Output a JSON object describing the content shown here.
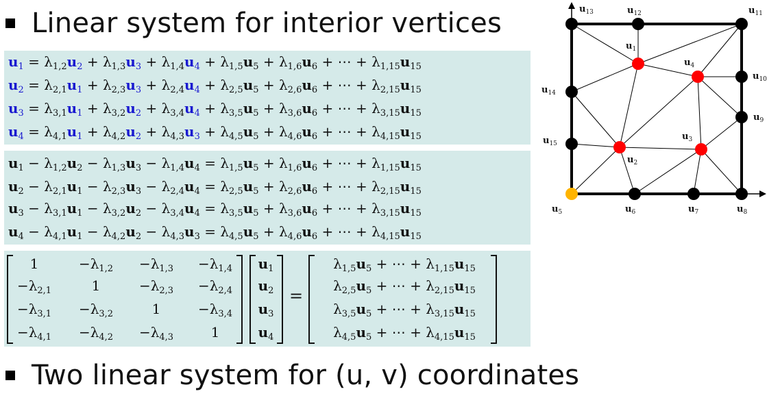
{
  "bullets": {
    "first": "Linear system for interior vertices",
    "second": "Two linear system for (u, v) coordinates"
  },
  "colors": {
    "box_background": "#d5eae9",
    "unknown_vertex": "#1a1ad0",
    "interior_vertex": "#ff0000",
    "boundary_vertex": "#000000",
    "highlight_vertex": "#ffb400"
  },
  "diagram": {
    "vertex_labels": {
      "u1": "u1",
      "u2": "u2",
      "u3": "u3",
      "u4": "u4",
      "u5": "u5",
      "u6": "u6",
      "u7": "u7",
      "u8": "u8",
      "u9": "u9",
      "u10": "u10",
      "u11": "u11",
      "u12": "u12",
      "u13": "u13",
      "u14": "u14",
      "u15": "u15"
    }
  }
}
